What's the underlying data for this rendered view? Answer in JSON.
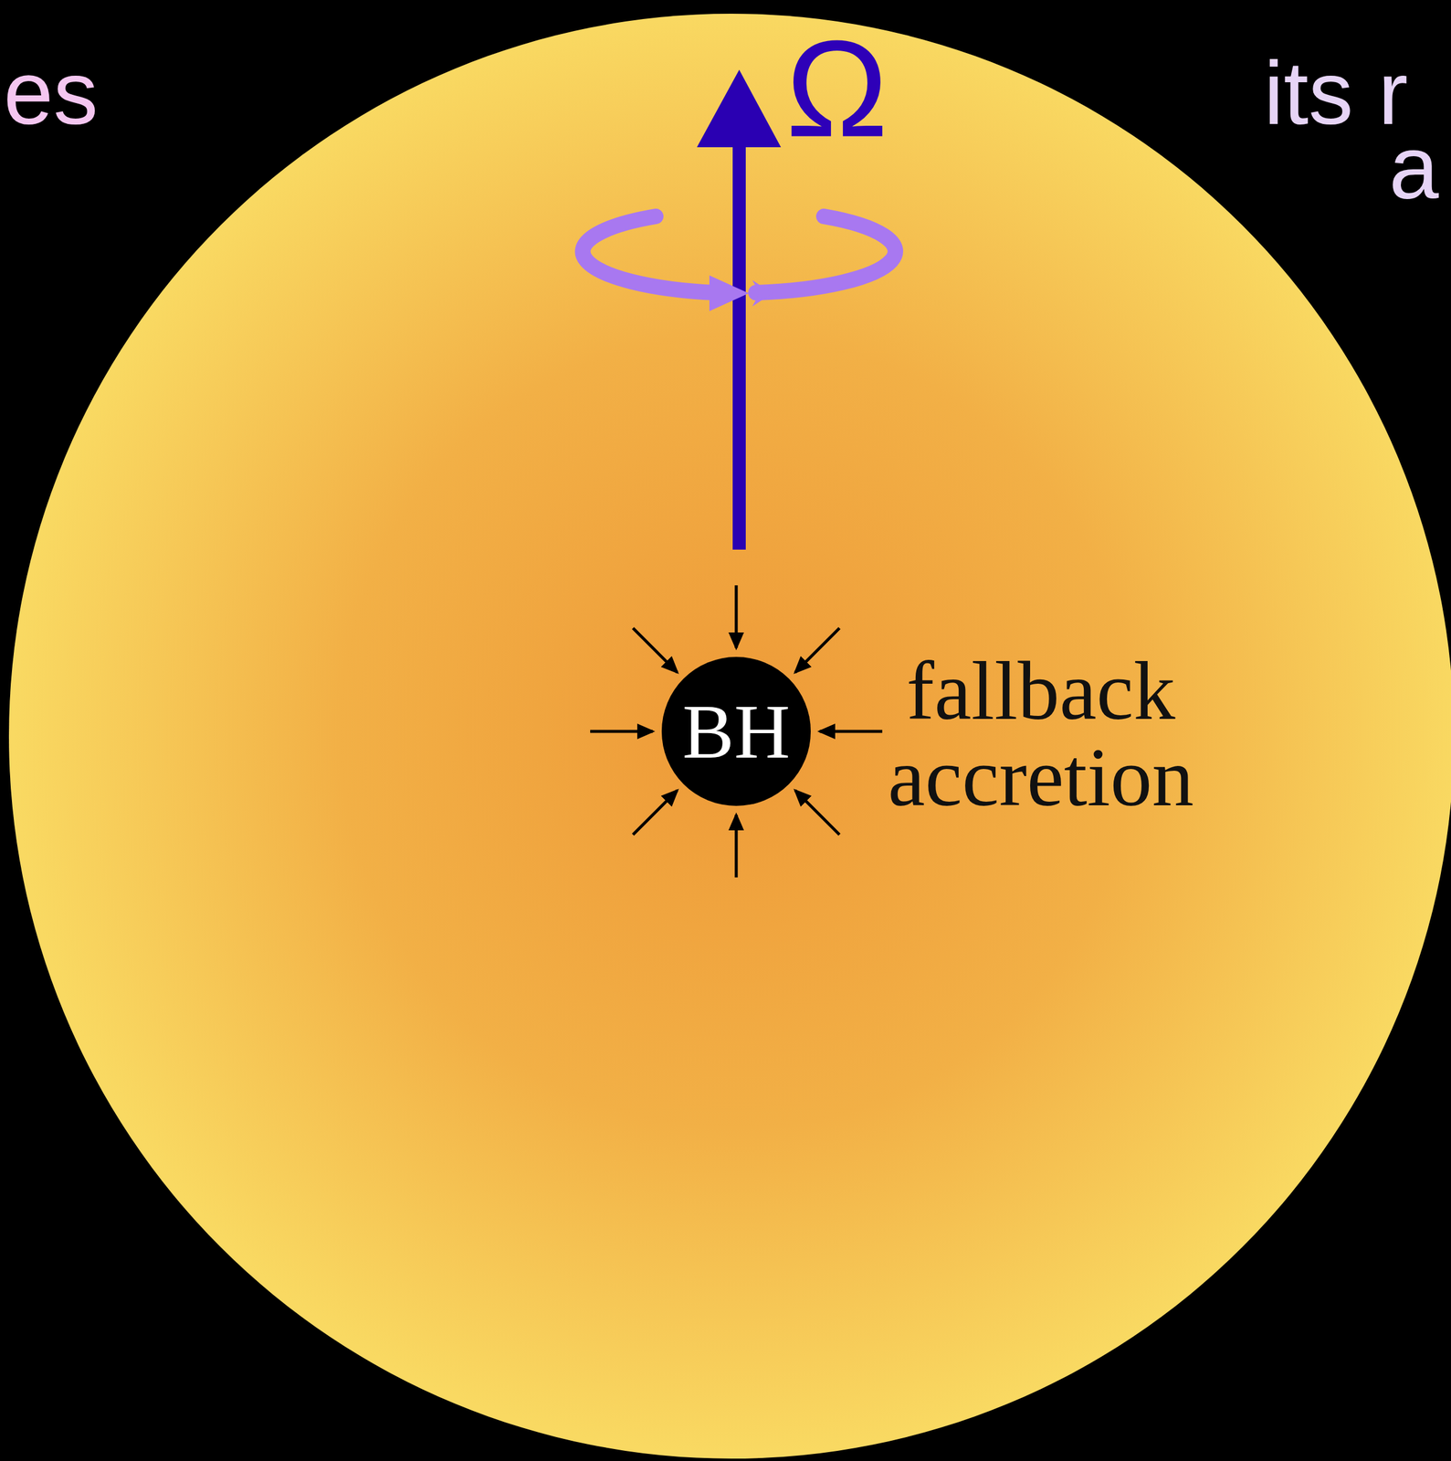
{
  "diagram": {
    "nodes": [
      {
        "text": [
          "BH"
        ]
      }
    ],
    "labels": [
      "es",
      "Ω",
      "its r",
      "a",
      "fallback accretion"
    ]
  }
}
